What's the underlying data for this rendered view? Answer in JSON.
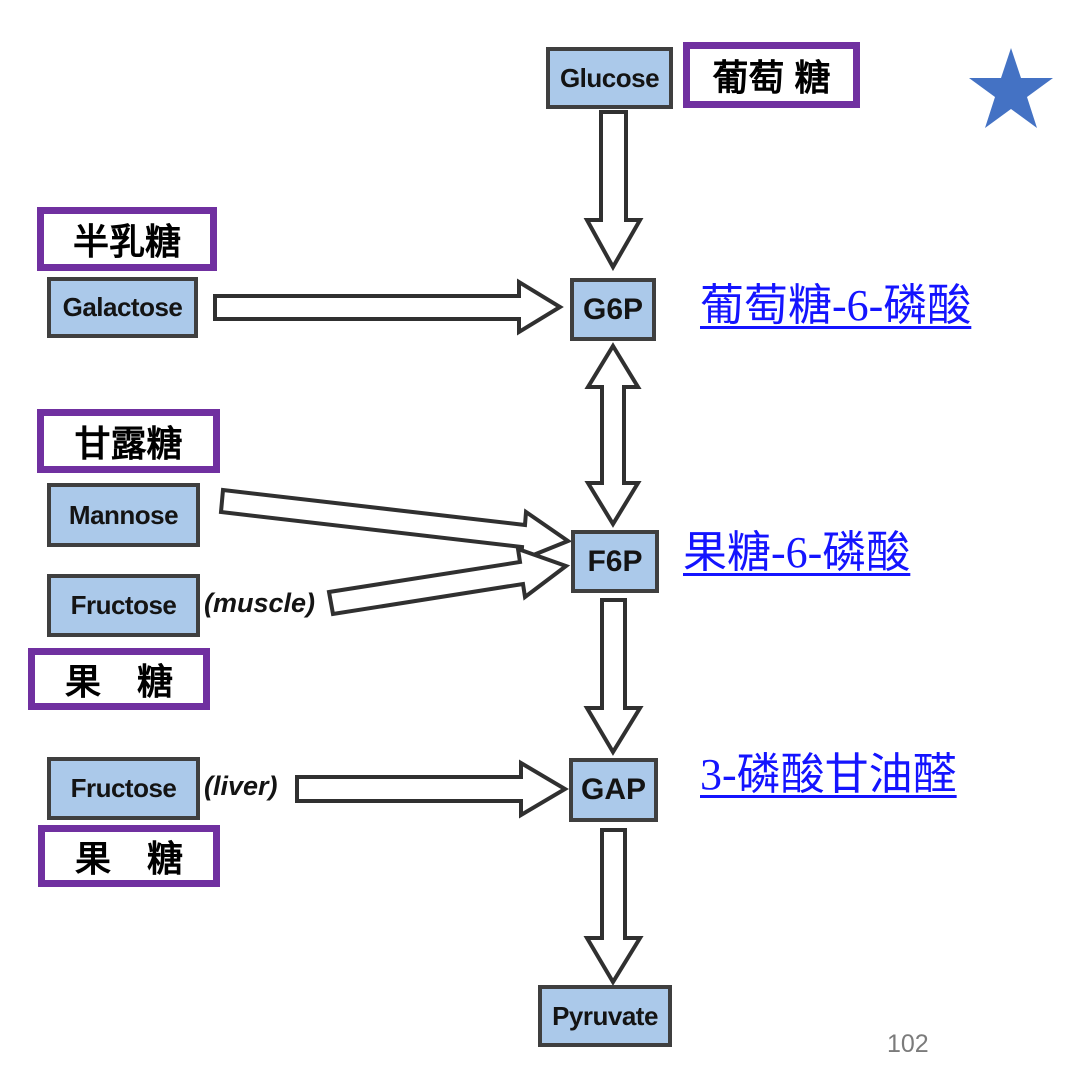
{
  "nodes": {
    "glucose": "Glucose",
    "galactose": "Galactose",
    "mannose": "Mannose",
    "fructose_muscle": "Fructose",
    "fructose_liver": "Fructose",
    "g6p": "G6P",
    "f6p": "F6P",
    "gap": "GAP",
    "pyruvate": "Pyruvate"
  },
  "cn_labels": {
    "glucose": "葡萄 糖",
    "galactose": "半乳糖",
    "mannose": "甘露糖",
    "fructose_muscle": "果　糖",
    "fructose_liver": "果　糖"
  },
  "links": {
    "g6p": "葡萄糖-6-磷酸",
    "f6p": "果糖-6-磷酸",
    "gap": "3-磷酸甘油醛"
  },
  "annotations": {
    "muscle": "(muscle)",
    "liver": "(liver)"
  },
  "edges": [
    {
      "from": "Glucose",
      "to": "G6P",
      "type": "single"
    },
    {
      "from": "Galactose",
      "to": "G6P",
      "type": "single"
    },
    {
      "from": "G6P",
      "to": "F6P",
      "type": "double"
    },
    {
      "from": "Mannose",
      "to": "F6P",
      "type": "single"
    },
    {
      "from": "Fructose (muscle)",
      "to": "F6P",
      "type": "single"
    },
    {
      "from": "F6P",
      "to": "GAP",
      "type": "single"
    },
    {
      "from": "Fructose (liver)",
      "to": "GAP",
      "type": "single"
    },
    {
      "from": "GAP",
      "to": "Pyruvate",
      "type": "single"
    }
  ],
  "icons": {
    "star": "star-icon"
  },
  "page_number": "102",
  "colors": {
    "node_fill": "#ABC9EA",
    "node_border": "#3F3F3F",
    "purple_border": "#7030A0",
    "link_blue": "#1414FF",
    "star_blue": "#4472C4",
    "page_gray": "#7B7B7B"
  }
}
